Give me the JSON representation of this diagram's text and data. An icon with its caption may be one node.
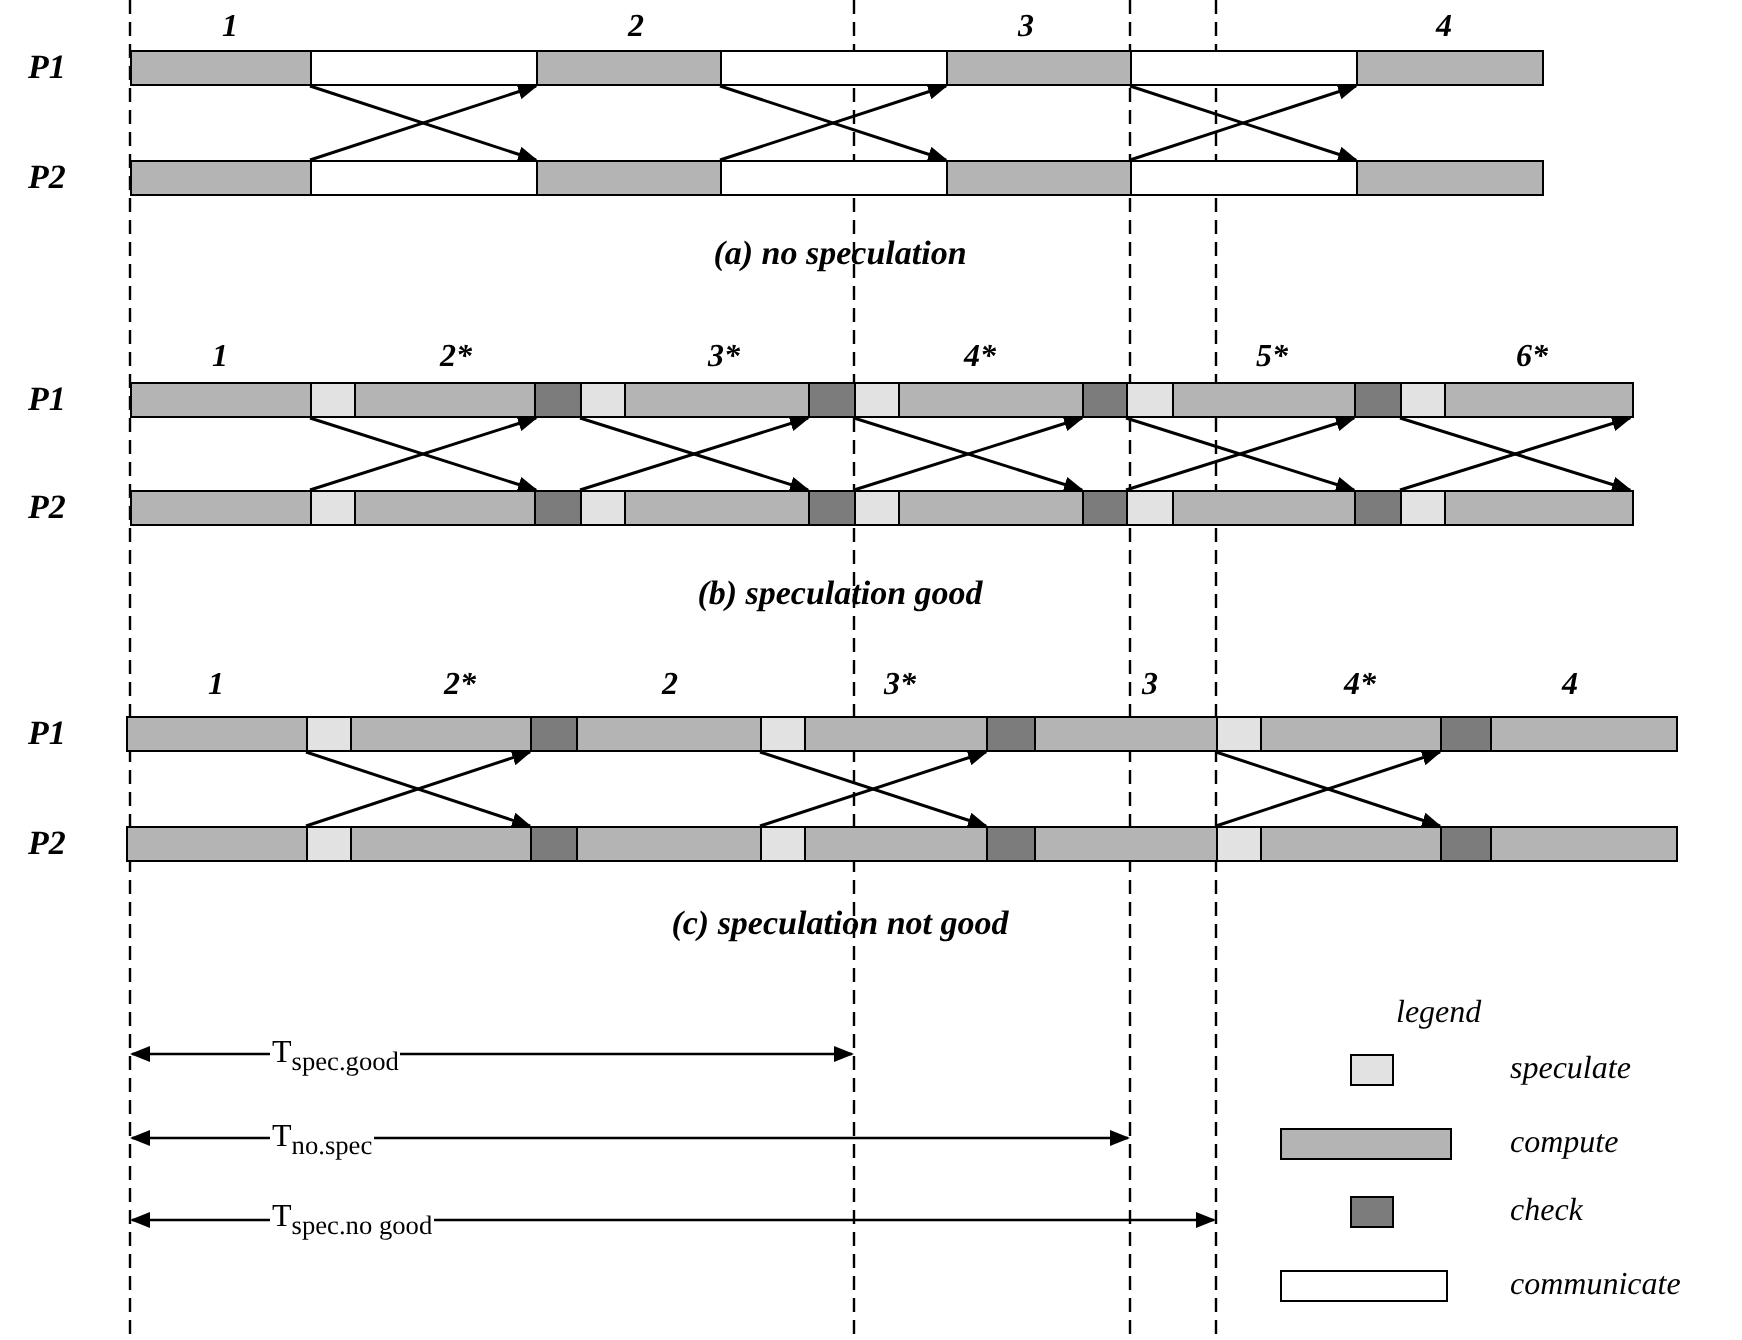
{
  "diagram": {
    "nodes": [
      {
        "text": [
          "P1"
        ],
        "beside": [
          "1",
          "2",
          "3",
          "4"
        ]
      },
      {
        "text": [
          "P2"
        ]
      },
      {
        "text": [
          "P1"
        ],
        "beside": [
          "1",
          "2*",
          "3*",
          "4*",
          "5*",
          "6*"
        ]
      },
      {
        "text": [
          "P2"
        ]
      },
      {
        "text": [
          "P1"
        ],
        "beside": [
          "1",
          "2*",
          "2",
          "3*",
          "3",
          "4*",
          "4"
        ]
      },
      {
        "text": [
          "P2"
        ]
      }
    ],
    "edges": [
      {
        "from": 0,
        "to": 1,
        "arrow": "to"
      },
      {
        "from": 1,
        "to": 0,
        "arrow": "to"
      },
      {
        "from": 0,
        "to": 1,
        "arrow": "to"
      },
      {
        "from": 1,
        "to": 0,
        "arrow": "to"
      },
      {
        "from": 0,
        "to": 1,
        "arrow": "to"
      },
      {
        "from": 1,
        "to": 0,
        "arrow": "to"
      },
      {
        "from": 2,
        "to": 3,
        "arrow": "to"
      },
      {
        "from": 3,
        "to": 2,
        "arrow": "to"
      },
      {
        "from": 2,
        "to": 3,
        "arrow": "to"
      },
      {
        "from": 3,
        "to": 2,
        "arrow": "to"
      },
      {
        "from": 2,
        "to": 3,
        "arrow": "to"
      },
      {
        "from": 3,
        "to": 2,
        "arrow": "to"
      },
      {
        "from": 2,
        "to": 3,
        "arrow": "to"
      },
      {
        "from": 3,
        "to": 2,
        "arrow": "to"
      },
      {
        "from": 2,
        "to": 3,
        "arrow": "to"
      },
      {
        "from": 3,
        "to": 2,
        "arrow": "to"
      },
      {
        "from": 4,
        "to": 5,
        "arrow": "to"
      },
      {
        "from": 5,
        "to": 4,
        "arrow": "to"
      },
      {
        "from": 4,
        "to": 5,
        "arrow": "to"
      },
      {
        "from": 5,
        "to": 4,
        "arrow": "to"
      },
      {
        "from": 4,
        "to": 5,
        "arrow": "to"
      },
      {
        "from": 5,
        "to": 4,
        "arrow": "to"
      }
    ],
    "labels": [
      "(a) no speculation",
      "(b) speculation good",
      "(c) speculation not good",
      "legend",
      "T$_{spec.good}$",
      "T$_{no.spec}$",
      "T$_{spec.no good}$"
    ],
    "legend": [
      {
        "text": "speculate",
        "color": "#e2e2e2"
      },
      {
        "text": "compute",
        "color": "#b4b4b4"
      },
      {
        "text": "check",
        "color": "#7c7c7c"
      },
      {
        "text": "communicate",
        "color": "#ffffff"
      }
    ]
  }
}
